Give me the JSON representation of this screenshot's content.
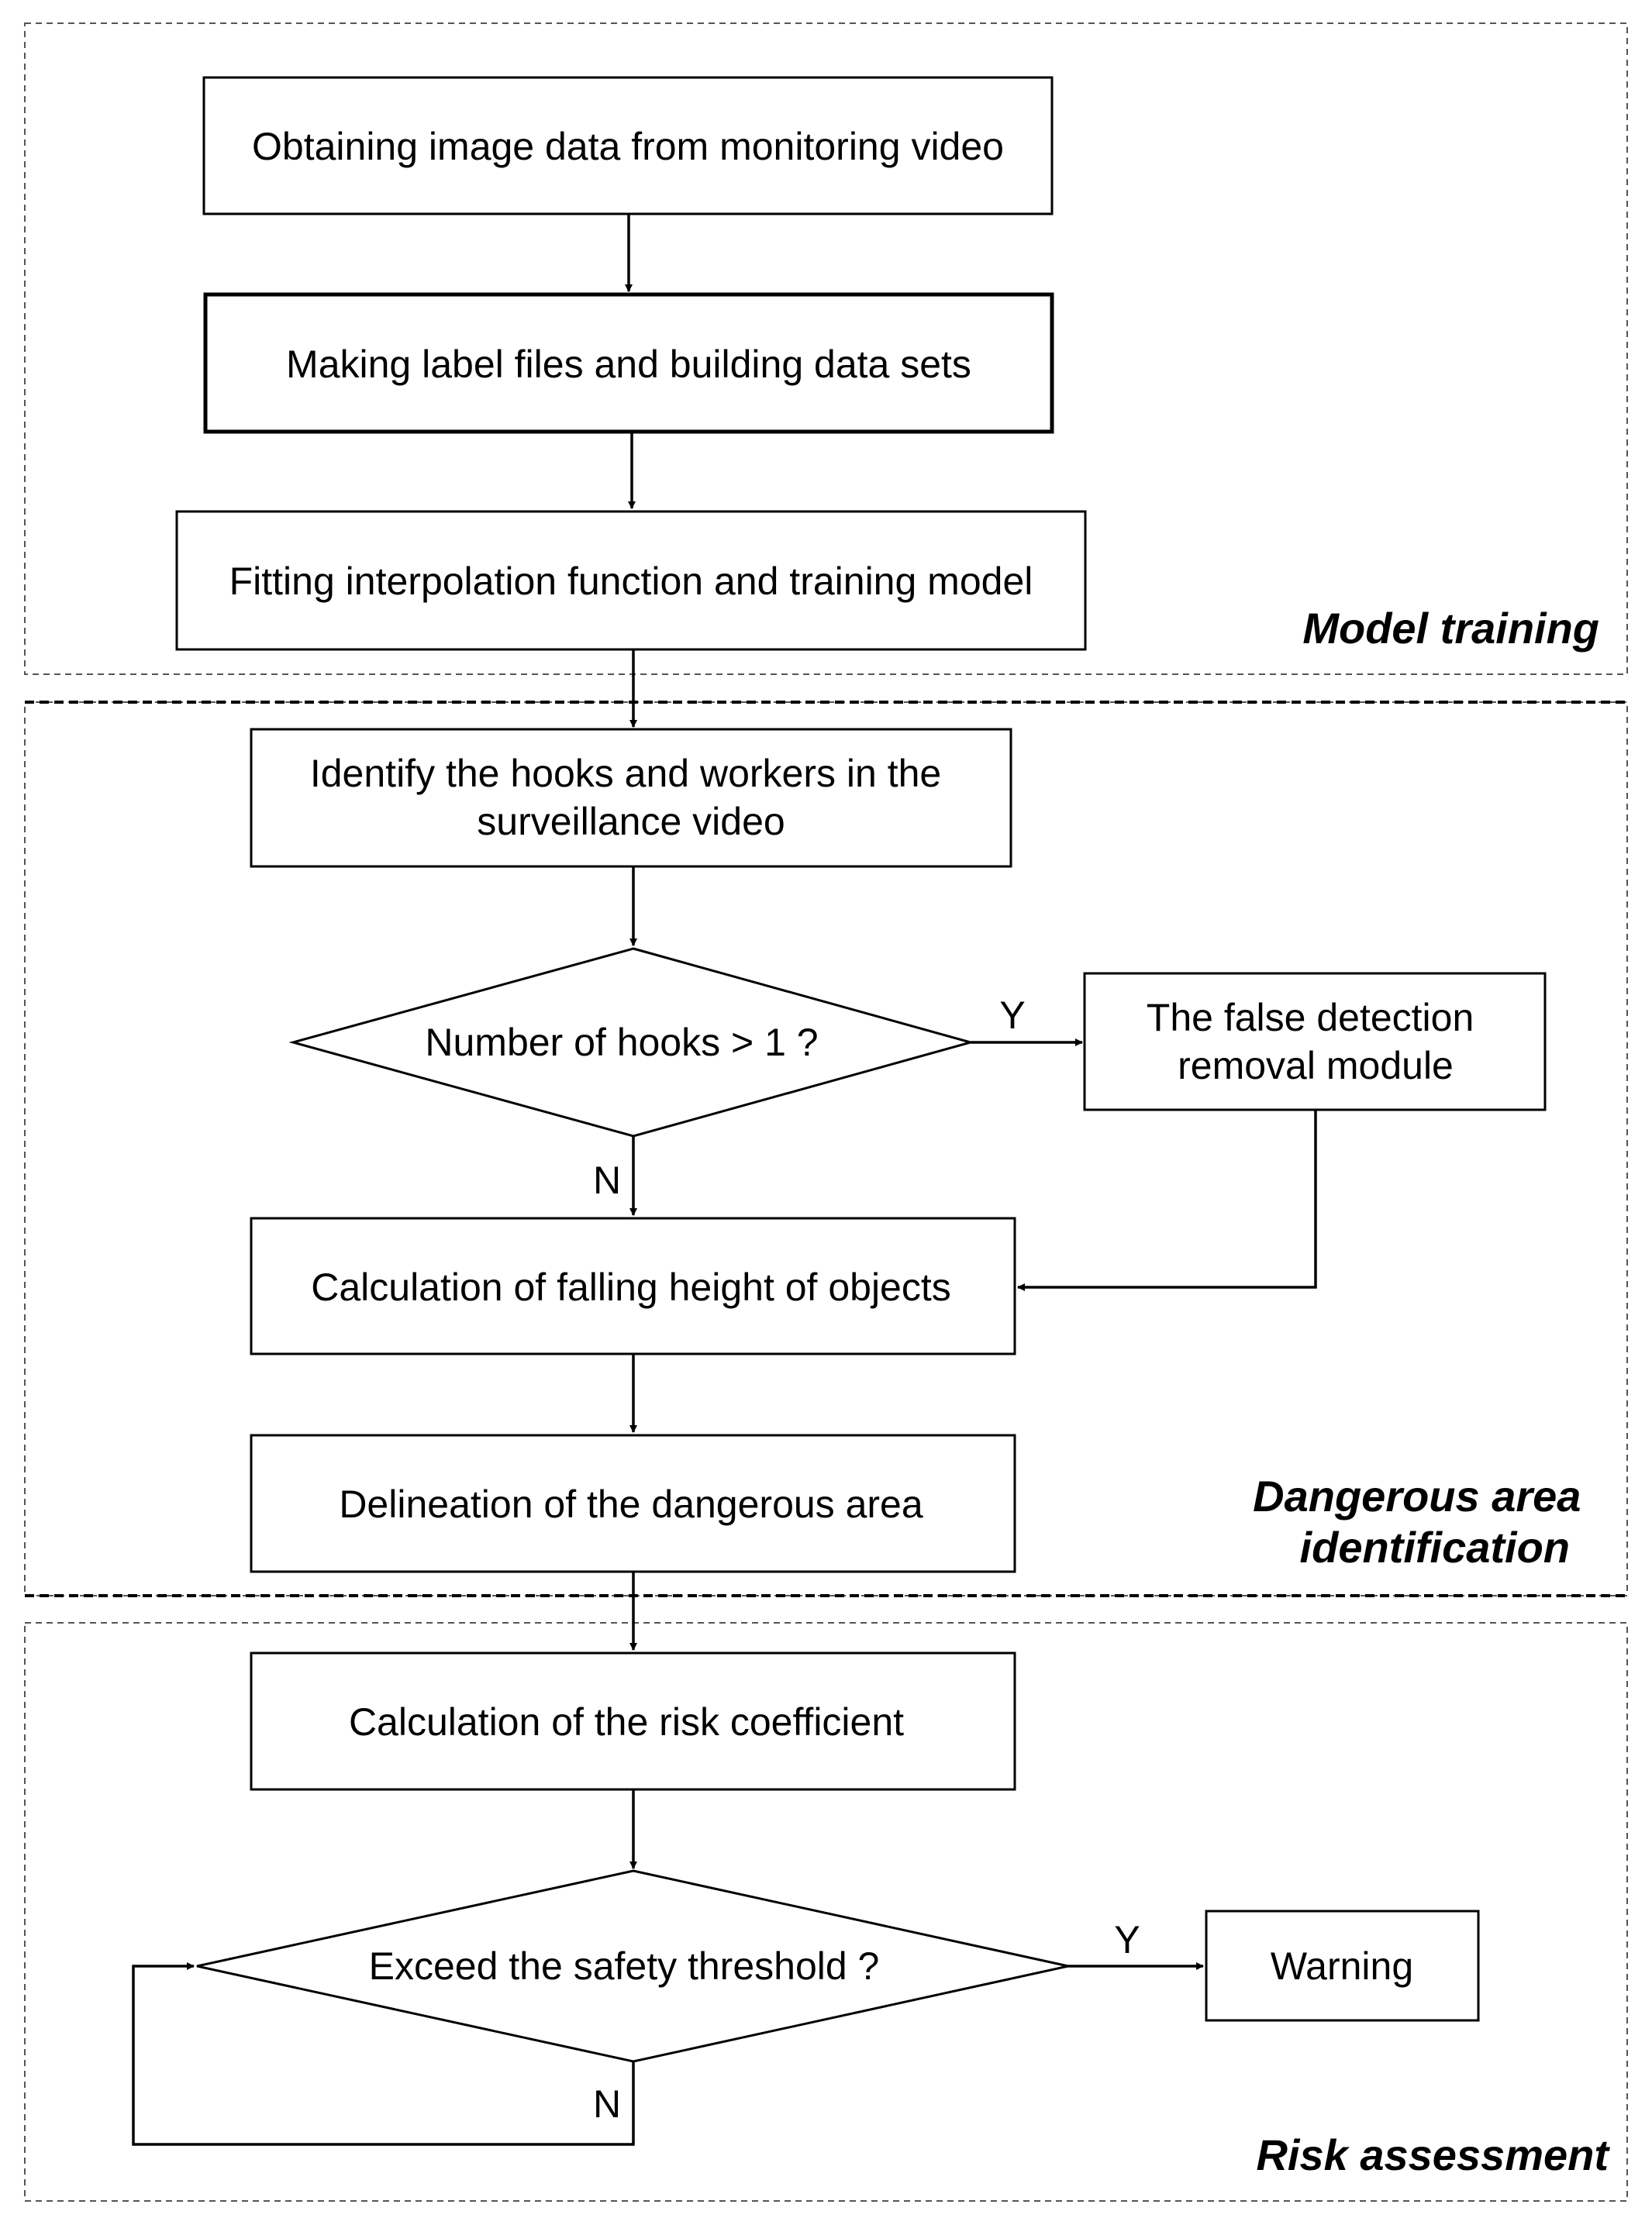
{
  "sections": [
    {
      "id": "model-training",
      "title_lines": [
        "Model training"
      ]
    },
    {
      "id": "dangerous-area-identification",
      "title_lines": [
        "Dangerous area",
        "identification"
      ]
    },
    {
      "id": "risk-assessment",
      "title_lines": [
        "Risk assessment"
      ]
    }
  ],
  "nodes": {
    "obtain_image_data": {
      "text_lines": [
        "Obtaining image data from monitoring video"
      ]
    },
    "make_label_files": {
      "text_lines": [
        "Making label files and building data sets"
      ]
    },
    "fit_interpolation": {
      "text_lines": [
        "Fitting interpolation function and training model"
      ]
    },
    "identify_hooks_workers": {
      "text_lines": [
        "Identify the hooks and workers in the",
        "surveillance video"
      ]
    },
    "hooks_decision": {
      "text_lines": [
        "Number of hooks > 1 ?"
      ]
    },
    "false_detection_removal": {
      "text_lines": [
        "The false detection",
        "removal module"
      ]
    },
    "falling_height": {
      "text_lines": [
        "Calculation of falling height of objects"
      ]
    },
    "delineation": {
      "text_lines": [
        "Delineation of the dangerous area"
      ]
    },
    "risk_coefficient": {
      "text_lines": [
        "Calculation of the risk coefficient"
      ]
    },
    "threshold_decision": {
      "text_lines": [
        "Exceed the safety threshold ?"
      ]
    },
    "warning": {
      "text_lines": [
        "Warning"
      ]
    }
  },
  "edges": [
    {
      "from": "obtain_image_data",
      "to": "make_label_files",
      "label": ""
    },
    {
      "from": "make_label_files",
      "to": "fit_interpolation",
      "label": ""
    },
    {
      "from": "fit_interpolation",
      "to": "identify_hooks_workers",
      "label": ""
    },
    {
      "from": "identify_hooks_workers",
      "to": "hooks_decision",
      "label": ""
    },
    {
      "from": "hooks_decision",
      "to": "false_detection_removal",
      "label": "Y"
    },
    {
      "from": "hooks_decision",
      "to": "falling_height",
      "label": "N"
    },
    {
      "from": "false_detection_removal",
      "to": "falling_height",
      "label": ""
    },
    {
      "from": "falling_height",
      "to": "delineation",
      "label": ""
    },
    {
      "from": "delineation",
      "to": "risk_coefficient",
      "label": ""
    },
    {
      "from": "risk_coefficient",
      "to": "threshold_decision",
      "label": ""
    },
    {
      "from": "threshold_decision",
      "to": "warning",
      "label": "Y"
    },
    {
      "from": "threshold_decision",
      "to": "threshold_decision",
      "label": "N"
    }
  ]
}
